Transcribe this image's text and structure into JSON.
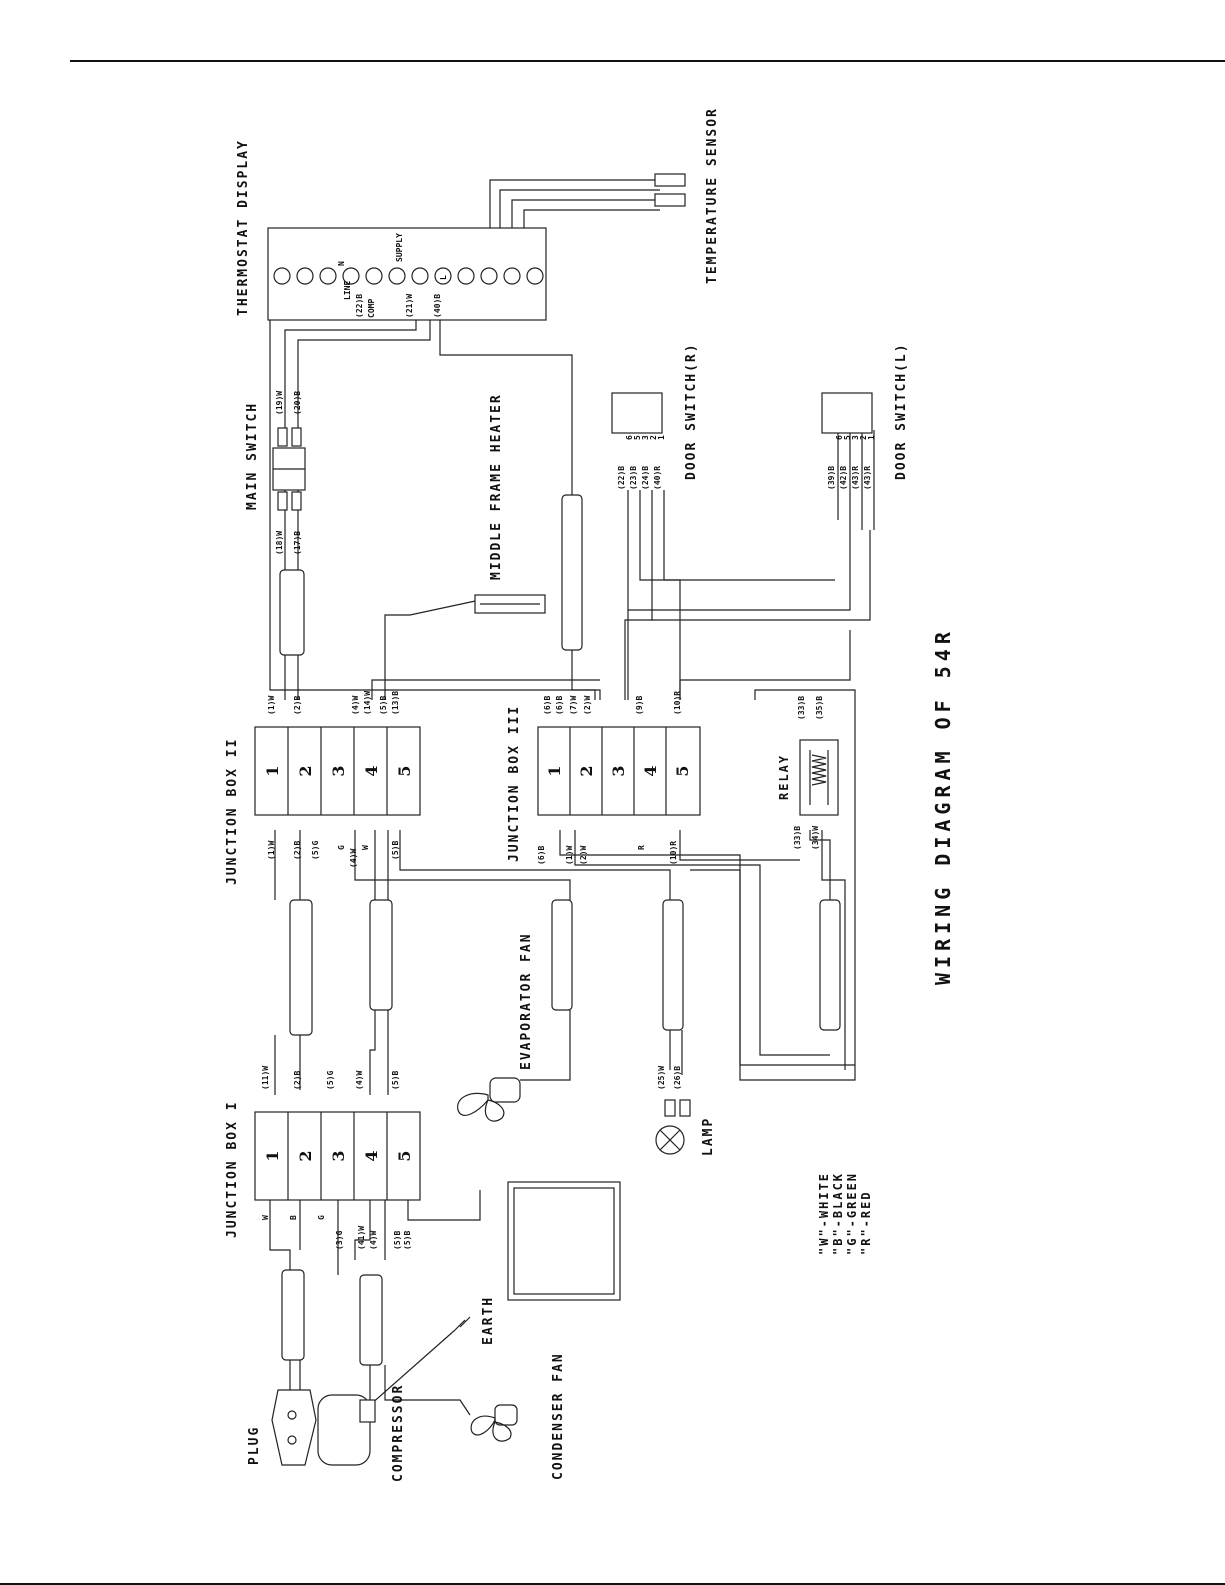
{
  "diagram": {
    "title": "WIRING DIAGRAM OF 54R",
    "components": {
      "thermostat": "THERMOSTAT DISPLAY",
      "temperature_sensor": "TEMPERATURE SENSOR",
      "main_switch": "MAIN SWITCH",
      "middle_frame_heater": "MIDDLE FRAME HEATER",
      "door_switch_r": "DOOR SWITCH(R)",
      "door_switch_l": "DOOR SWITCH(L)",
      "junction_box_1": "JUNCTION BOX I",
      "junction_box_2": "JUNCTION BOX II",
      "junction_box_3": "JUNCTION BOX III",
      "relay": "RELAY",
      "evaporator_fan": "EVAPORATOR FAN",
      "lamp": "LAMP",
      "plug": "PLUG",
      "compressor": "COMPRESSOR",
      "earth": "EARTH",
      "condenser_fan": "CONDENSER FAN"
    },
    "thermostat_terminals": {
      "line": "LINE",
      "comp": "COMP",
      "supply": "SUPPLY",
      "n": "N",
      "l": "L",
      "w21": "(21)W",
      "b22": "(22)B",
      "b40": "(40)B"
    },
    "main_switch_wires": [
      "(19)W",
      "(20)B",
      "(18)W",
      "(17)B"
    ],
    "door_switch_r_wires": [
      "(22)B",
      "(23)B",
      "(24)B",
      "(40)R"
    ],
    "door_switch_l_wires": [
      "(39)B",
      "(42)B",
      "(43)R",
      "(43)R"
    ],
    "door_switch_pins": [
      "6",
      "5",
      "3",
      "2",
      "1"
    ],
    "jb_terminal_numbers": [
      "1",
      "2",
      "3",
      "4",
      "5"
    ],
    "jb1_left_wires": [
      "W",
      "B",
      "G",
      "(41)W",
      "(5)B",
      "(3)G",
      "(4)W",
      "(5)B"
    ],
    "jb1_right_wires": [
      "(11)W",
      "(2)B",
      "(5)G",
      "(4)W",
      "(5)B"
    ],
    "jb2_left_wires": [
      "(1)W",
      "(2)B",
      "(5)G",
      "G",
      "(4)W",
      "W",
      "(5)B"
    ],
    "jb2_right_wires": [
      "(1)W",
      "(2)B",
      "(4)W",
      "(14)W",
      "(5)B",
      "(13)B"
    ],
    "jb3_left_wires": [
      "(6)B",
      "(1)W",
      "(2)W",
      "R",
      "(10)R"
    ],
    "jb3_right_wires": [
      "(6)B",
      "(6)B",
      "(7)W",
      "(2)W",
      "(9)B",
      "(10)R"
    ],
    "relay_wires": [
      "(33)B",
      "(35)B",
      "(33)B",
      "(34)W"
    ],
    "lamp_wires": [
      "(25)W",
      "(26)B"
    ],
    "legend": [
      "\"W\"-WHITE",
      "\"B\"-BLACK",
      "\"G\"-GREEN",
      "\"R\"-RED"
    ]
  }
}
